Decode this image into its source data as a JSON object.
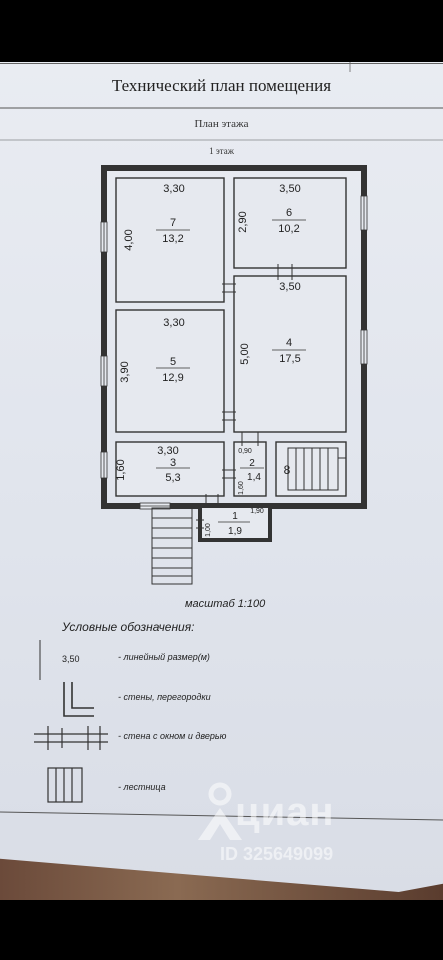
{
  "document": {
    "title": "Технический план помещения",
    "subtitle": "План этажа",
    "floor": "1 этаж",
    "scale": "масштаб 1:100"
  },
  "rooms": [
    {
      "number": "7",
      "area": "13,2",
      "width": "3,30",
      "height": "4,00"
    },
    {
      "number": "6",
      "area": "10,2",
      "width": "3,50",
      "height": "2,90"
    },
    {
      "number": "5",
      "area": "12,9",
      "width": "3,30",
      "height": "3,90"
    },
    {
      "number": "4",
      "area": "17,5",
      "width": "3,50",
      "height": "5,00"
    },
    {
      "number": "3",
      "area": "5,3",
      "width": "3,30",
      "height": "1,60"
    },
    {
      "number": "2",
      "area": "1,4",
      "width": "0,90",
      "height": "1,60"
    },
    {
      "number": "1",
      "area": "1,9",
      "width": "1,90",
      "height": "1,00"
    },
    {
      "number": "8",
      "area": "",
      "width": "",
      "height": ""
    }
  ],
  "legend": {
    "title": "Условные обозначения:",
    "dim_sample": "3,50",
    "items": [
      {
        "icon": "dimension-line-icon",
        "label": "- линейный размер(м)"
      },
      {
        "icon": "wall-partition-icon",
        "label": "- стены, перегородки"
      },
      {
        "icon": "wall-window-door-icon",
        "label": "- стена с окном и дверью"
      },
      {
        "icon": "staircase-icon",
        "label": "- лестница"
      }
    ]
  },
  "watermark": {
    "brand": "циан",
    "id": "ID 325649099"
  }
}
